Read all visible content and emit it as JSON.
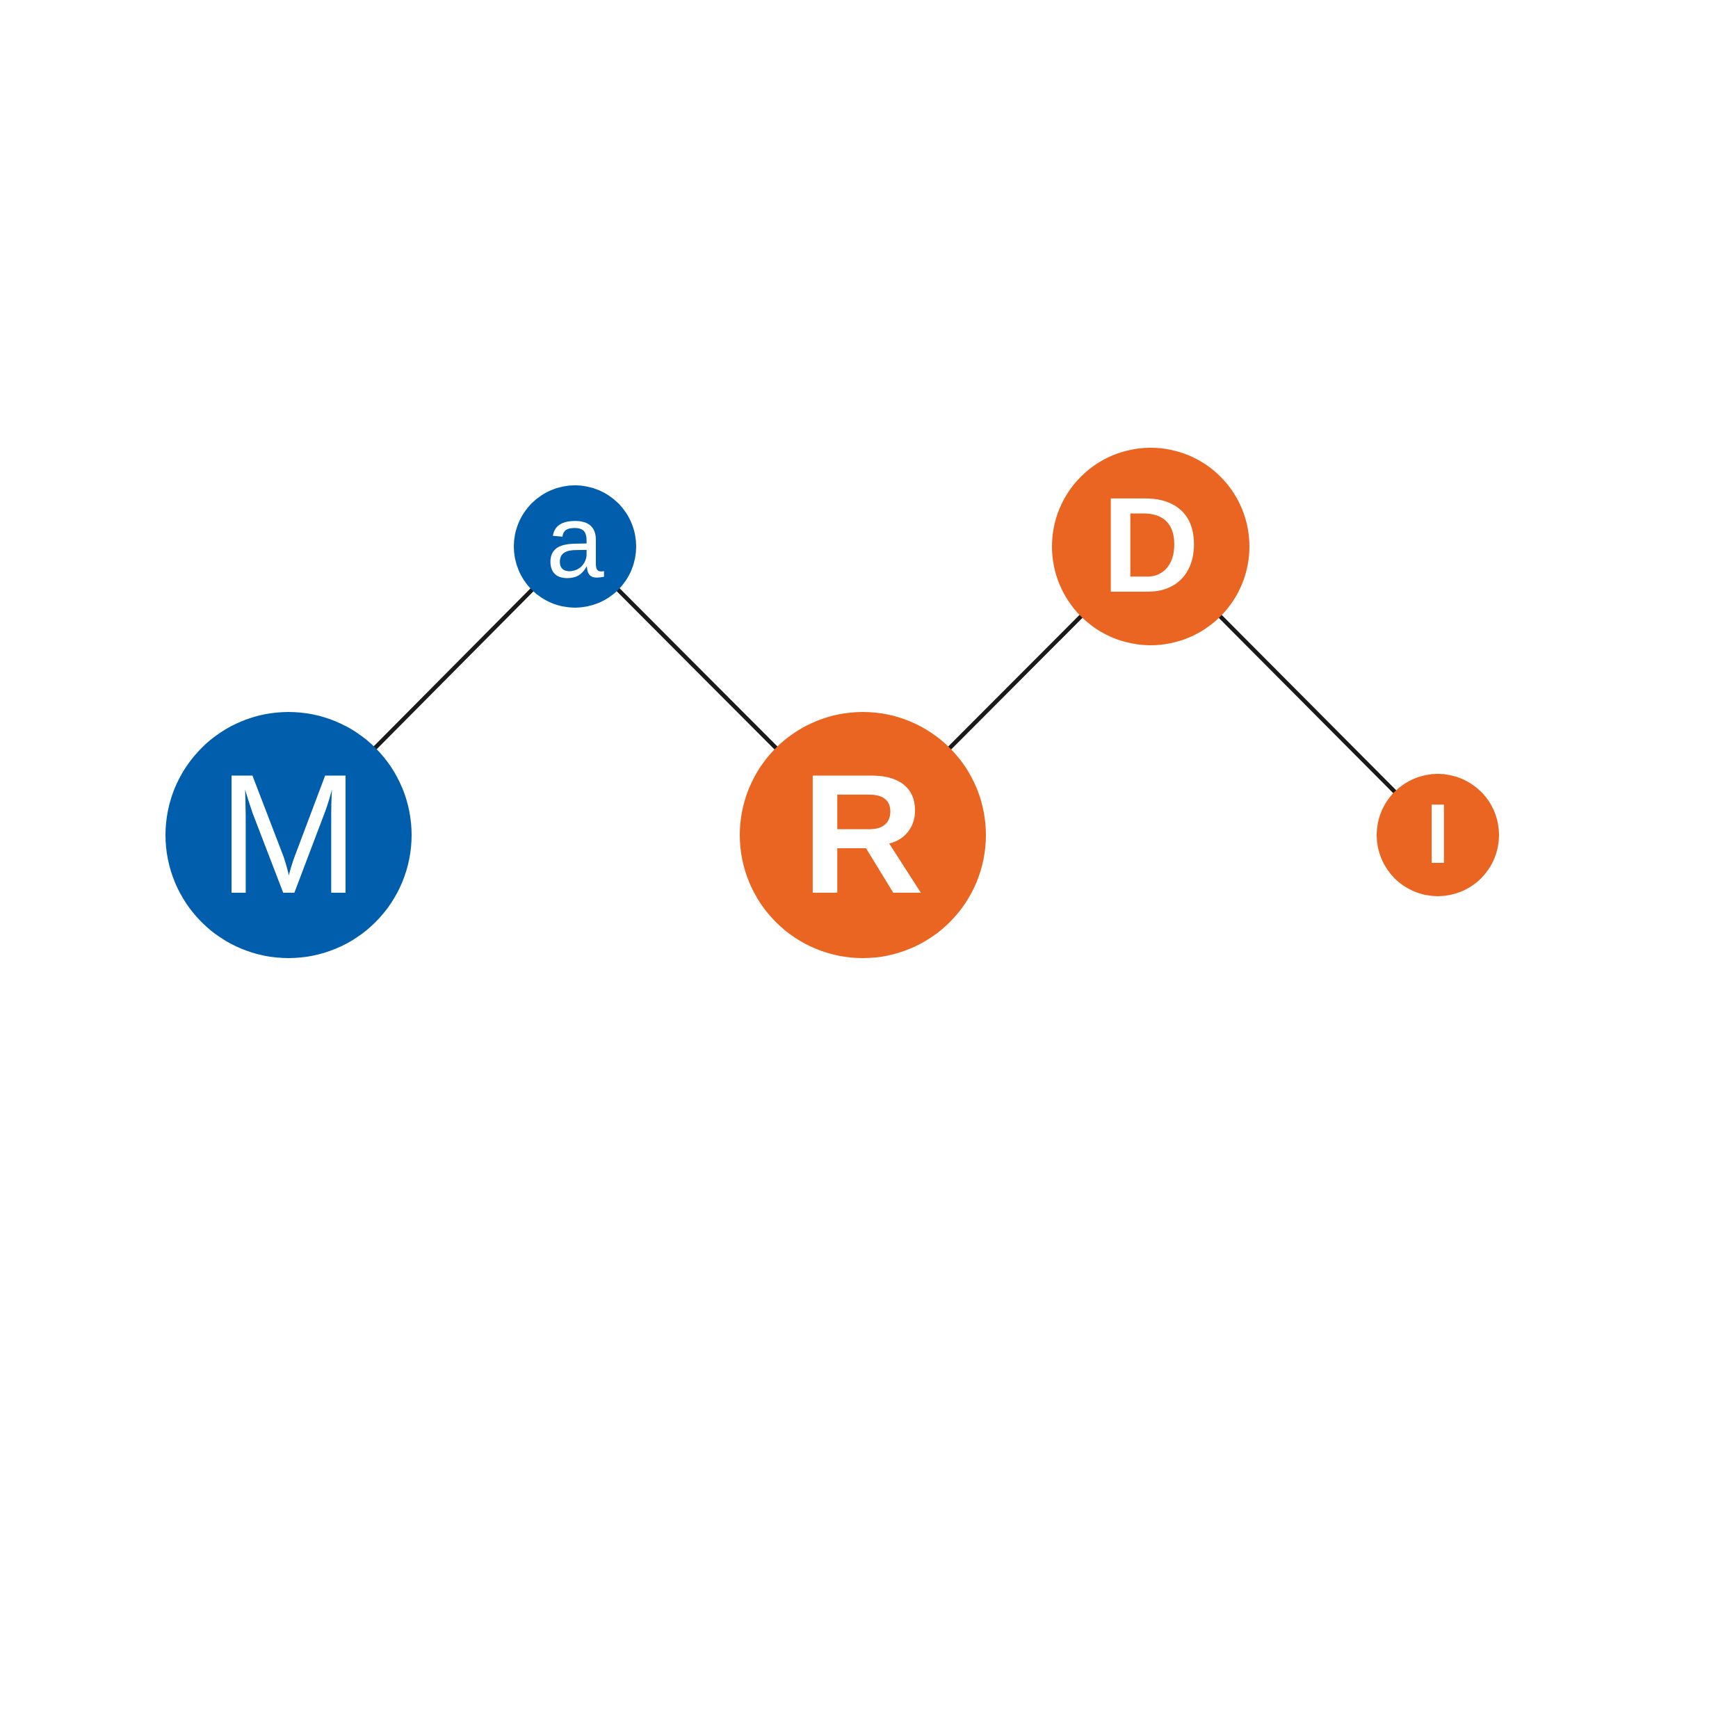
{
  "logo": {
    "letters": [
      "M",
      "a",
      "R",
      "D",
      "I"
    ],
    "colors": {
      "blue": "#005EAD",
      "orange": "#E96521",
      "line": "#1a1a1a",
      "text": "#ffffff"
    }
  }
}
